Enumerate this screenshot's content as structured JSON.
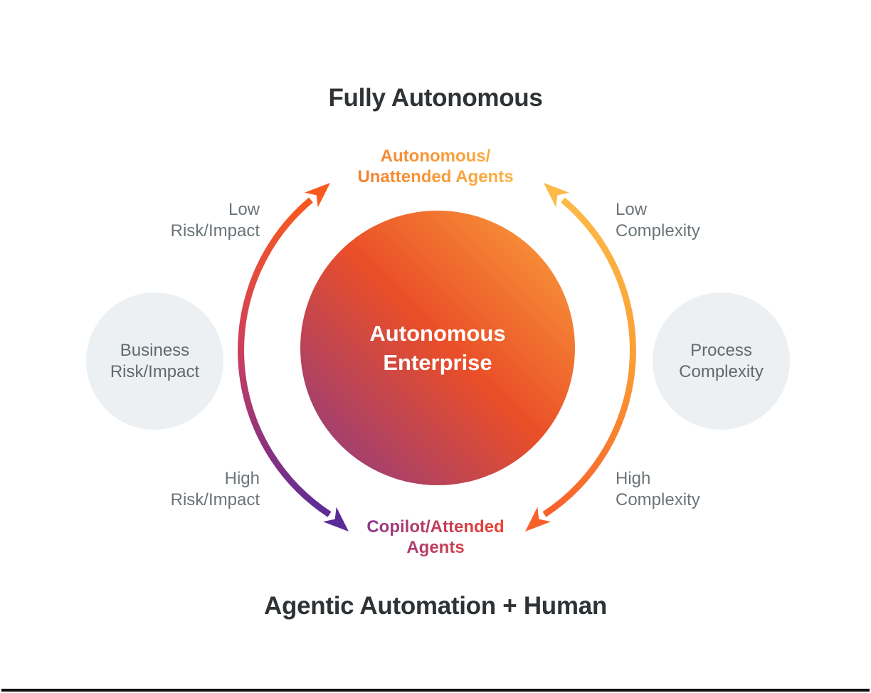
{
  "titles": {
    "top": "Fully Autonomous",
    "bottom": "Agentic Automation + Human"
  },
  "agent_labels": {
    "top": {
      "line1": "Autonomous/",
      "line2": "Unattended Agents"
    },
    "bottom": {
      "line1": "Copilot/Attended",
      "line2": "Agents"
    }
  },
  "center_circle": {
    "line1": "Autonomous",
    "line2": "Enterprise"
  },
  "side_circles": {
    "left": {
      "line1": "Business",
      "line2": "Risk/Impact"
    },
    "right": {
      "line1": "Process",
      "line2": "Complexity"
    }
  },
  "axis_labels": {
    "top_left": {
      "line1": "Low",
      "line2": "Risk/Impact"
    },
    "bottom_left": {
      "line1": "High",
      "line2": "Risk/Impact"
    },
    "top_right": {
      "line1": "Low",
      "line2": "Complexity"
    },
    "bottom_right": {
      "line1": "High",
      "line2": "Complexity"
    }
  },
  "colors": {
    "title": "#2f3335",
    "gray_label": "#6b7478",
    "gray_circle_bg": "#edf0f2",
    "gray_circle_text": "#606a6e",
    "center_text": "#ffffff",
    "circle_grad_start": "#8a3a87",
    "circle_grad_mid": "#ea4e28",
    "circle_grad_end": "#fba43c",
    "left_arc_top": "#f8591f",
    "left_arc_mid": "#cf3f5b",
    "left_arc_bottom": "#5b2b97",
    "right_arc_top": "#fcba47",
    "right_arc_mid": "#fa9e35",
    "right_arc_bottom": "#f8602a",
    "top_label_grad_start": "#f57f2c",
    "top_label_grad_end": "#fbb347",
    "bottom_label_grad_start": "#8c3a8c",
    "bottom_label_grad_end": "#ef4130",
    "footer_bar": "#101010"
  }
}
